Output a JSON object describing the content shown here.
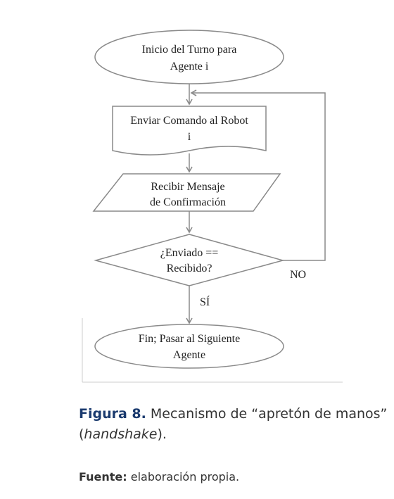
{
  "diagram": {
    "nodes": {
      "start": [
        "Inicio del Turno para",
        "Agente i"
      ],
      "send": [
        "Enviar Comando al Robot",
        "i"
      ],
      "receive": [
        "Recibir Mensaje",
        "de Confirmación"
      ],
      "decision": [
        "¿Enviado ==",
        "Recibido?"
      ],
      "end": [
        "Fin; Pasar al Siguiente",
        "Agente"
      ]
    },
    "edges": {
      "yes": "SÍ",
      "no": "NO"
    }
  },
  "caption": {
    "label": "Figura 8.",
    "text_before": " Mecanismo de “apretón de manos”",
    "text_open": "(",
    "italic": "handshake",
    "text_after": ")."
  },
  "source": {
    "label": "Fuente:",
    "text": " elaboración propia."
  }
}
